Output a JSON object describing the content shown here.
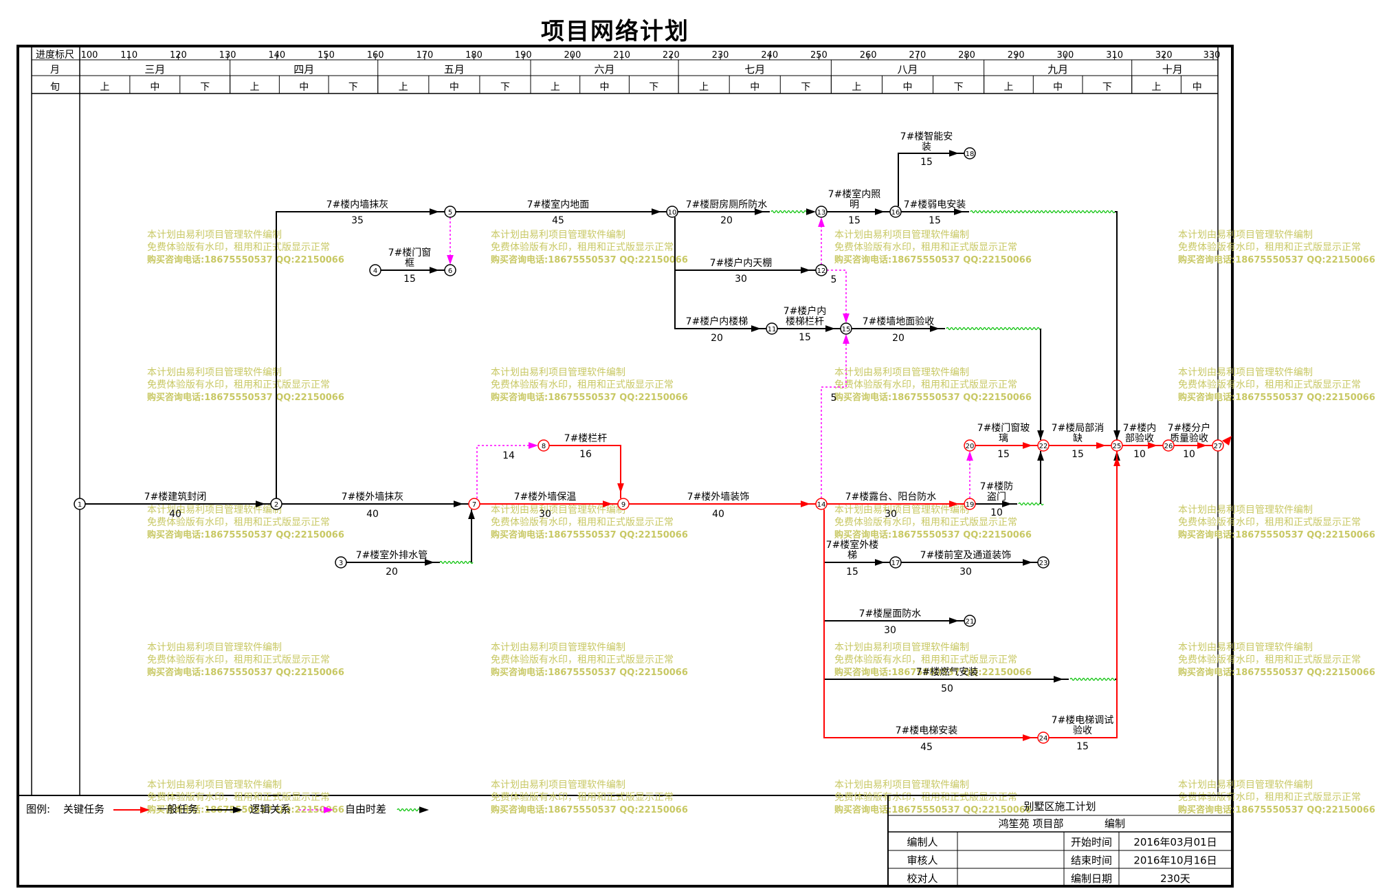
{
  "title": "项目网络计划",
  "header": {
    "scale_label": "进度标尺",
    "month_label": "月",
    "xun_label": "旬",
    "scale_ticks": [
      "100",
      "110",
      "120",
      "130",
      "140",
      "150",
      "160",
      "170",
      "180",
      "190",
      "200",
      "210",
      "220",
      "230",
      "240",
      "250",
      "260",
      "270",
      "280",
      "290",
      "300",
      "310",
      "320",
      "330"
    ],
    "months": [
      "三月",
      "四月",
      "五月",
      "六月",
      "七月",
      "八月",
      "九月",
      "十月"
    ],
    "xun": [
      "上",
      "中",
      "下",
      "上",
      "中",
      "下",
      "上",
      "中",
      "下",
      "上",
      "中",
      "下",
      "上",
      "中",
      "下",
      "上",
      "中",
      "下",
      "上",
      "中",
      "下",
      "上",
      "中"
    ]
  },
  "nodes": [
    "1",
    "2",
    "3",
    "4",
    "5",
    "6",
    "7",
    "8",
    "9",
    "10",
    "11",
    "12",
    "13",
    "14",
    "15",
    "16",
    "17",
    "18",
    "19",
    "20",
    "21",
    "22",
    "23",
    "24",
    "25",
    "26",
    "27"
  ],
  "tasks": [
    {
      "name": "7#楼建筑封闭",
      "duration": "40"
    },
    {
      "name": "7#楼内墙抹灰",
      "duration": "35"
    },
    {
      "name": "7#楼门窗框",
      "duration": "15"
    },
    {
      "name": "7#楼室内地面",
      "duration": "45"
    },
    {
      "name": "7#楼厨房厕所防水",
      "duration": "20"
    },
    {
      "name": "7#楼户内天棚",
      "duration": "30"
    },
    {
      "name": "7#楼户内楼梯",
      "duration": "20"
    },
    {
      "name": "7#楼户内楼梯栏杆",
      "duration": "15"
    },
    {
      "name": "7#楼室内照明",
      "duration": "15"
    },
    {
      "name": "7#楼智能安装",
      "duration": "15"
    },
    {
      "name": "7#楼弱电安装",
      "duration": "15"
    },
    {
      "name": "7#楼墙地面验收",
      "duration": "20"
    },
    {
      "name": "7#楼外墙抹灰",
      "duration": "40"
    },
    {
      "name": "7#楼室外排水管",
      "duration": "20"
    },
    {
      "name": "7#楼栏杆",
      "duration": "16"
    },
    {
      "name": "7#楼外墙保温",
      "duration": "30"
    },
    {
      "name": "7#楼外墙装饰",
      "duration": "40"
    },
    {
      "name": "7#楼露台、阳台防水",
      "duration": "30"
    },
    {
      "name": "7#楼防盗门",
      "duration": "10"
    },
    {
      "name": "7#楼门窗玻璃",
      "duration": "15"
    },
    {
      "name": "7#楼局部消缺",
      "duration": "15"
    },
    {
      "name": "7#楼内部验收",
      "duration": "10"
    },
    {
      "name": "7#楼分户质量验收",
      "duration": "10"
    },
    {
      "name": "7#楼室外楼梯",
      "duration": "15"
    },
    {
      "name": "7#楼前室及通道装饰",
      "duration": "30"
    },
    {
      "name": "7#楼屋面防水",
      "duration": "30"
    },
    {
      "name": "7#楼燃气安装",
      "duration": "50"
    },
    {
      "name": "7#楼电梯安装",
      "duration": "45"
    },
    {
      "name": "7#楼电梯调试验收",
      "duration": "15"
    }
  ],
  "free_floats": [
    "14",
    "5",
    "5"
  ],
  "watermark": {
    "line1": "本计划由易利项目管理软件编制",
    "line2": "免费体验版有水印，租用和正式版显示正常",
    "line3": "购买咨询电话:18675550537 QQ:22150066"
  },
  "legend": {
    "prefix": "图例:",
    "critical": "关键任务",
    "normal": "一般任务",
    "logic": "逻辑关系",
    "float": "自由时差"
  },
  "info_table": {
    "plan_name": "别墅区施工计划",
    "dept": "鸿笙苑 项目部",
    "compiled": "编制",
    "editor_label": "编制人",
    "reviewer_label": "审核人",
    "checker_label": "校对人",
    "start_label": "开始时间",
    "start_value": "2016年03月01日",
    "end_label": "结束时间",
    "end_value": "2016年10月16日",
    "date_label": "编制日期",
    "date_value": "230天"
  },
  "colors": {
    "critical": "#ff0000",
    "normal": "#000000",
    "logic": "#ff00ff",
    "float": "#00c000",
    "watermark": "#c8c864"
  }
}
